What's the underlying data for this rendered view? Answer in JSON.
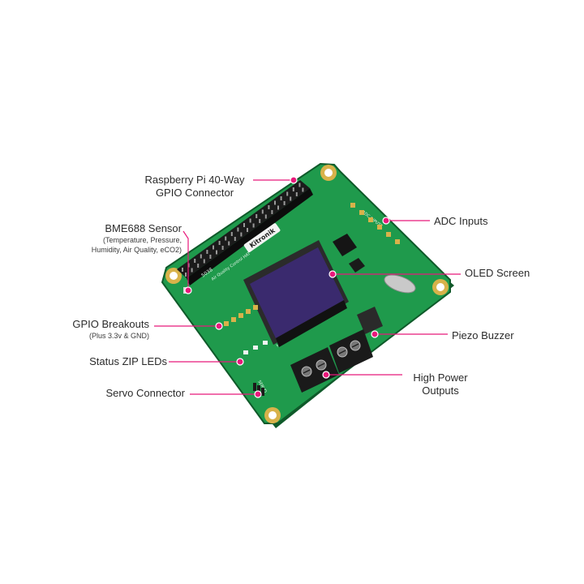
{
  "board": {
    "logo_text": "Kitronik",
    "silkscreen_model": "5038",
    "silkscreen_name": "Air Quality Control HAT",
    "silkscreen_outputs": "HIGH POWER OUTPUTS",
    "silkscreen_adc": "ADC INPUTS",
    "silkscreen_servo": "SERVO"
  },
  "labels": {
    "gpio_connector": {
      "line1": "Raspberry Pi 40-Way",
      "line2": "GPIO Connector"
    },
    "bme_sensor": {
      "title": "BME688 Sensor",
      "sub1": "(Temperature, Pressure,",
      "sub2": "Humidity, Air Quality, eCO2)"
    },
    "gpio_breakouts": {
      "title": "GPIO Breakouts",
      "sub": "(Plus 3.3v & GND)"
    },
    "status_leds": "Status ZIP LEDs",
    "servo_connector": "Servo Connector",
    "adc_inputs": "ADC Inputs",
    "oled_screen": "OLED Screen",
    "piezo_buzzer": "Piezo Buzzer",
    "high_power": {
      "line1": "High Power",
      "line2": "Outputs"
    }
  },
  "colors": {
    "pcb": "#1f9a4c",
    "pcb_dark": "#16783a",
    "pcb_edge": "#0f5a2a",
    "accent": "#e8197b",
    "gold": "#d8b24a",
    "header_black": "#1b1b1b",
    "oled": "#3a2a6e",
    "terminal": "#1a1a1a"
  }
}
